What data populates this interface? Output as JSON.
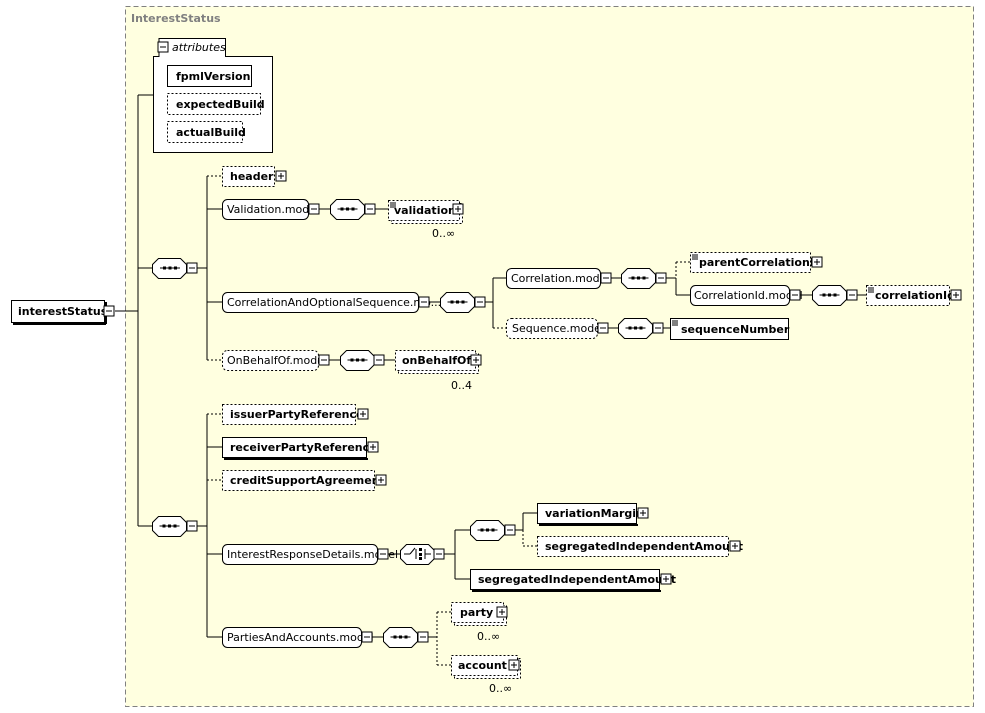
{
  "group_title": "InterestStatus",
  "attributes_title": "attributes",
  "attributes": [
    "fpmlVersion",
    "expectedBuild",
    "actualBuild"
  ],
  "root": "interestStatus",
  "nodes": {
    "header": "header",
    "validation_model": "Validation.model",
    "validation": "validation",
    "validation_occ": "0..∞",
    "corr_seq_model": "CorrelationAndOptionalSequence.mo...",
    "correlation_model": "Correlation.model",
    "parent_correlation_id": "parentCorrelationId",
    "correlation_id_model": "CorrelationId.model",
    "correlation_id": "correlationId",
    "sequence_model": "Sequence.model",
    "sequence_number": "sequenceNumber",
    "on_behalf_of_model": "OnBehalfOf.model",
    "on_behalf_of": "onBehalfOf",
    "on_behalf_of_occ": "0..4",
    "issuer_party_reference": "issuerPartyReference",
    "receiver_party_reference": "receiverPartyReference",
    "credit_support_agreement": "creditSupportAgreement",
    "interest_response_details_model": "InterestResponseDetails.model",
    "variation_margin": "variationMargin",
    "segregated_independent_amount_1": "segregatedIndependentAmount",
    "segregated_independent_amount_2": "segregatedIndependentAmount",
    "parties_and_accounts_model": "PartiesAndAccounts.model",
    "party": "party",
    "party_occ": "0..∞",
    "account": "account",
    "account_occ": "0..∞"
  },
  "colors": {
    "background": "#ffffe0",
    "border": "#808080",
    "group_title": "#808080",
    "stroke": "#000000"
  }
}
